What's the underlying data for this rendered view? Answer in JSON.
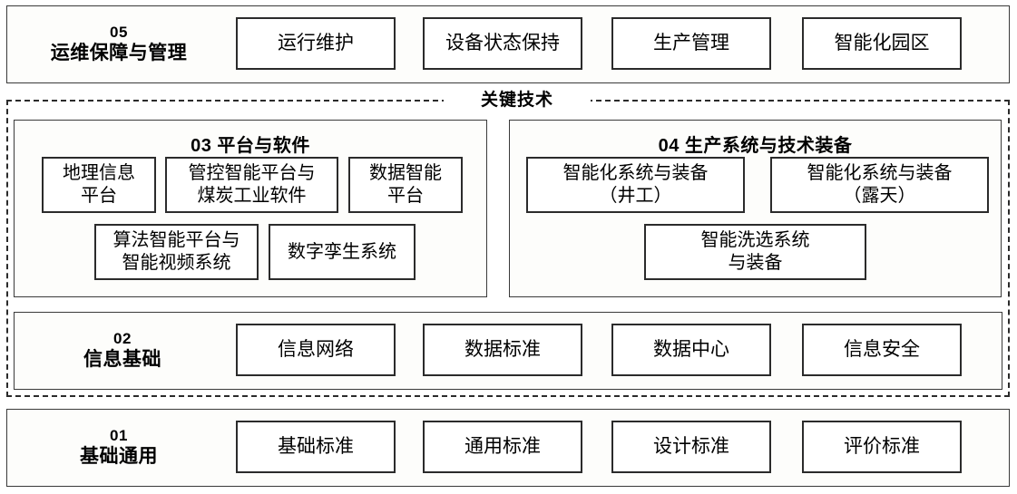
{
  "diagram": {
    "key_tech_label": "关键技术",
    "rows": [
      {
        "id": "05",
        "number": "05",
        "name": "运维保障与管理",
        "items": [
          "运行维护",
          "设备状态保持",
          "生产管理",
          "智能化园区"
        ]
      },
      {
        "id": "02",
        "number": "02",
        "name": "信息基础",
        "items": [
          "信息网络",
          "数据标准",
          "数据中心",
          "信息安全"
        ]
      },
      {
        "id": "01",
        "number": "01",
        "name": "基础通用",
        "items": [
          "基础标准",
          "通用标准",
          "设计标准",
          "评价标准"
        ]
      }
    ],
    "sections": [
      {
        "id": "03",
        "title": "03 平台与软件",
        "items_row1": [
          "地理信息\n平台",
          "管控智能平台与\n煤炭工业软件",
          "数据智能\n平台"
        ],
        "items_row2": [
          "算法智能平台与\n智能视频系统",
          "数字孪生系统"
        ]
      },
      {
        "id": "04",
        "title": "04 生产系统与技术装备",
        "items_row1": [
          "智能化系统与装备\n（井工）",
          "智能化系统与装备\n（露天）"
        ],
        "items_row2": [
          "智能洗选系统\n与装备"
        ]
      }
    ]
  },
  "colors": {
    "border": "#2b2b2b",
    "band_border": "#3a3a3a",
    "band_fill": "#fdfdfb",
    "box_fill": "#ffffff",
    "page_bg": "#ffffff",
    "text": "#000000"
  }
}
